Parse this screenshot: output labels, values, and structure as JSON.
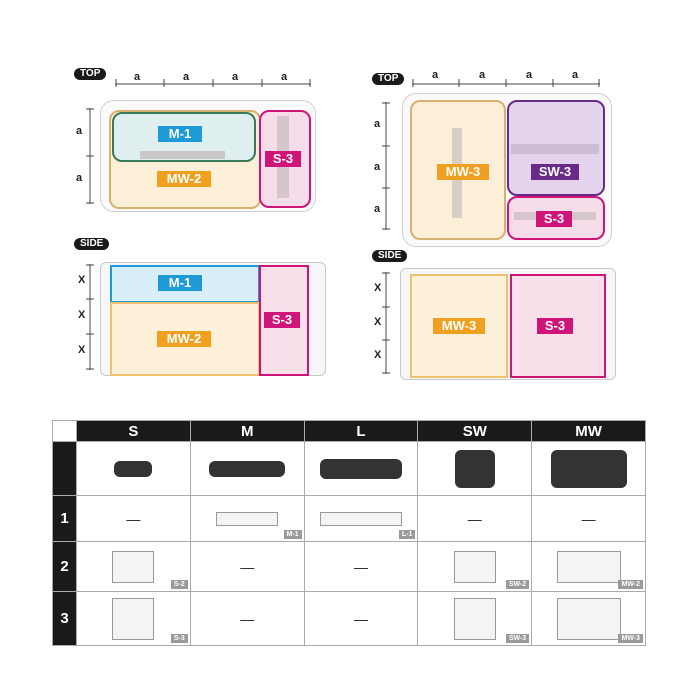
{
  "left": {
    "top_label": "TOP",
    "side_label": "SIDE",
    "top_dims": [
      "a",
      "a",
      "a",
      "a"
    ],
    "top_vdims": [
      "a",
      "a"
    ],
    "side_dims": [
      "X",
      "X",
      "X"
    ],
    "boxes_top": [
      "M-1",
      "MW-2",
      "S-3"
    ],
    "boxes_side": [
      "M-1",
      "MW-2",
      "S-3"
    ]
  },
  "right": {
    "top_label": "TOP",
    "side_label": "SIDE",
    "top_dims": [
      "a",
      "a",
      "a",
      "a"
    ],
    "top_vdims": [
      "a",
      "a",
      "a"
    ],
    "side_dims": [
      "X",
      "X",
      "X"
    ],
    "boxes_top": [
      "MW-3",
      "SW-3",
      "S-3"
    ],
    "boxes_side": [
      "MW-3",
      "S-3"
    ]
  },
  "table": {
    "columns": [
      "S",
      "M",
      "L",
      "SW",
      "MW"
    ],
    "rows": [
      "1",
      "2",
      "3"
    ],
    "dash": "—",
    "tags": {
      "r1": [
        "M-1",
        "L-1"
      ],
      "r2": [
        "S-2",
        "SW-2",
        "MW-2"
      ],
      "r3": [
        "S-3",
        "SW-3",
        "MW-3"
      ]
    }
  },
  "colors": {
    "cyan": "#1e9ad6",
    "orange": "#f0a020",
    "magenta": "#d0157a",
    "purple": "#6a2a88"
  }
}
